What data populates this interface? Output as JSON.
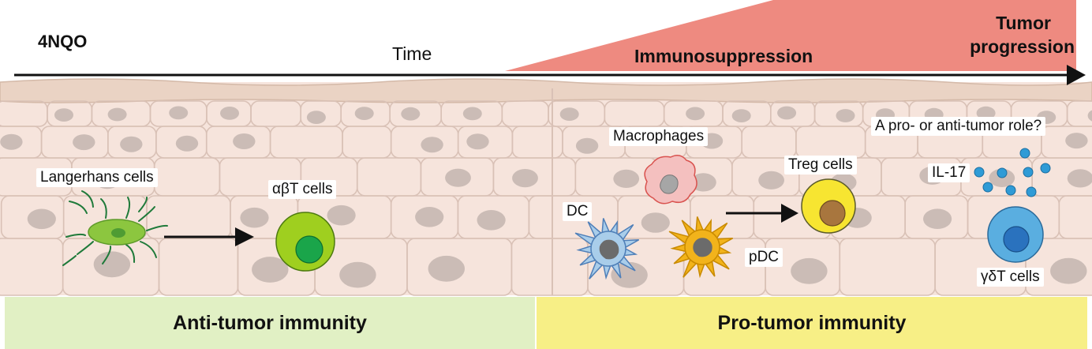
{
  "header": {
    "agent_label": "4NQO",
    "time_label": "Time",
    "immunosuppression_label": "Immunosuppression",
    "tumor_progression_line1": "Tumor",
    "tumor_progression_line2": "progression"
  },
  "anti_phase": {
    "langerhans_label": "Langerhans cells",
    "abt_label": "αβT cells",
    "band_label": "Anti-tumor immunity",
    "band_color": "#e1f0c4"
  },
  "pro_phase": {
    "macrophages_label": "Macrophages",
    "dc_label": "DC",
    "pdc_label": "pDC",
    "treg_label": "Treg cells",
    "il17_label": "IL-17",
    "question_label": "A pro- or anti-tumor role?",
    "gdt_label": "γδT cells",
    "band_label": "Pro-tumor immunity",
    "band_color": "#f7ef86"
  },
  "colors": {
    "wedge": "#ee8a80",
    "tissue": "#f6e4dc",
    "tissue_line": "#d9c1b6",
    "nucleus": "#cbbcb6",
    "langerhans": "#8cc63f",
    "abt_outer": "#9fcf1f",
    "abt_inner": "#1aa54a",
    "macrophage": "#f4c0bf",
    "dc": "#a9cdea",
    "pdc": "#f2b31b",
    "treg_outer": "#f7e531",
    "treg_inner": "#a8763e",
    "gdt_outer": "#5aaee0",
    "gdt_inner": "#2a72be",
    "il17_dot": "#2f9bd6"
  }
}
